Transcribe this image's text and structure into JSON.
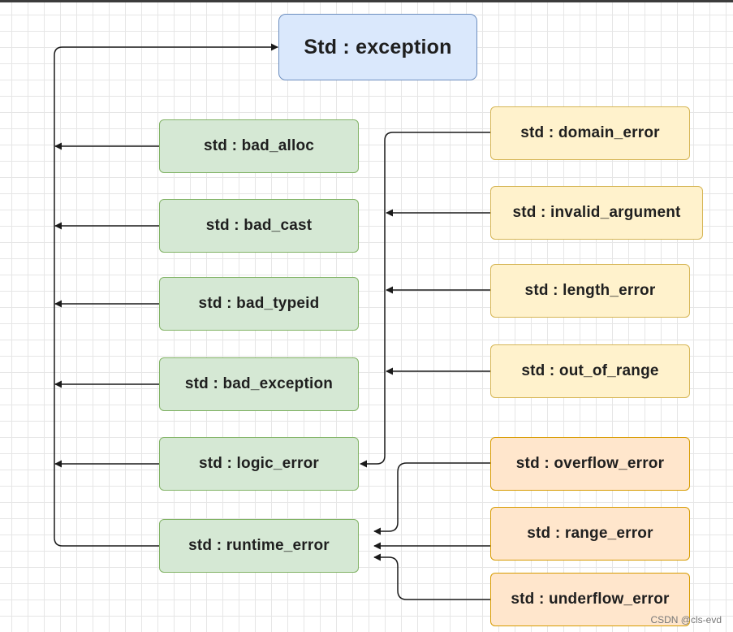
{
  "diagram": {
    "root": {
      "label": "Std : exception"
    },
    "nodes": {
      "bad_alloc": "std : bad_alloc",
      "bad_cast": "std : bad_cast",
      "bad_typeid": "std : bad_typeid",
      "bad_exception": "std : bad_exception",
      "logic_error": "std : logic_error",
      "runtime_error": "std : runtime_error",
      "domain_error": "std : domain_error",
      "invalid_argument": "std : invalid_argument",
      "length_error": "std : length_error",
      "out_of_range": "std : out_of_range",
      "overflow_error": "std : overflow_error",
      "range_error": "std : range_error",
      "underflow_error": "std : underflow_error"
    },
    "edges": [
      {
        "from": "bad_alloc",
        "to": "root"
      },
      {
        "from": "bad_cast",
        "to": "root"
      },
      {
        "from": "bad_typeid",
        "to": "root"
      },
      {
        "from": "bad_exception",
        "to": "root"
      },
      {
        "from": "logic_error",
        "to": "root"
      },
      {
        "from": "runtime_error",
        "to": "root"
      },
      {
        "from": "domain_error",
        "to": "logic_error"
      },
      {
        "from": "invalid_argument",
        "to": "logic_error"
      },
      {
        "from": "length_error",
        "to": "logic_error"
      },
      {
        "from": "out_of_range",
        "to": "logic_error"
      },
      {
        "from": "overflow_error",
        "to": "runtime_error"
      },
      {
        "from": "range_error",
        "to": "runtime_error"
      },
      {
        "from": "underflow_error",
        "to": "runtime_error"
      }
    ],
    "colors": {
      "root_fill": "#dae8fc",
      "root_stroke": "#6c8ebf",
      "green_fill": "#d5e8d4",
      "green_stroke": "#82b366",
      "yellow_fill": "#fff2cc",
      "yellow_stroke": "#d6b656",
      "orange_fill": "#ffe6cc",
      "orange_stroke": "#d79b00",
      "edge": "#1a1a1a"
    }
  },
  "watermark": "CSDN @cls-evd"
}
